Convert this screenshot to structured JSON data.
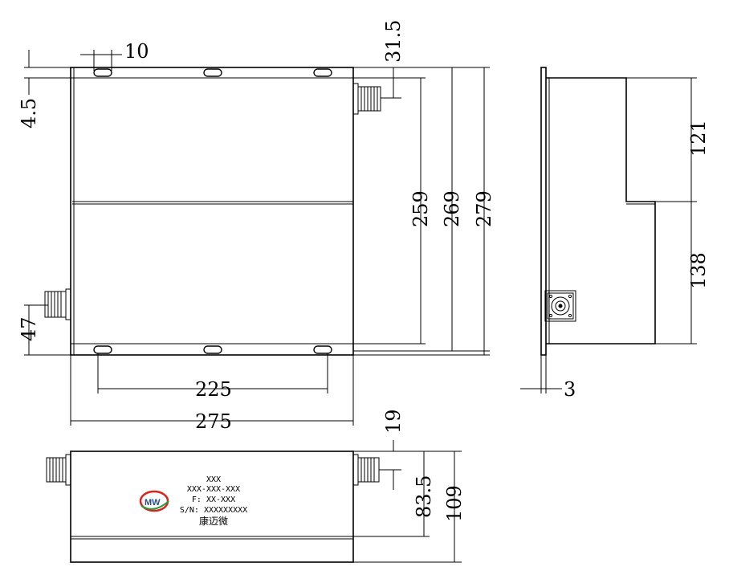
{
  "dimensions": {
    "top": {
      "d10": "10",
      "d4_5": "4.5",
      "d31_5": "31.5",
      "d259": "259",
      "d269": "269",
      "d279": "279",
      "d47": "47",
      "d225": "225",
      "d275": "275"
    },
    "side": {
      "d121": "121",
      "d138": "138",
      "d3": "3"
    },
    "front": {
      "d19": "19",
      "d83_5": "83.5",
      "d109": "109"
    }
  },
  "label": {
    "line1": "XXX",
    "line2": "XXX-XXX-XXX",
    "line3": "F: XX-XXX",
    "line4": "S/N: XXXXXXXXX",
    "line5": "康迈微",
    "logo_text": "MW"
  },
  "colors": {
    "line": "#000000",
    "logo_ring": "#d8241f",
    "logo_swoosh": "#2a9a3a",
    "logo_text": "#1e4fa0"
  }
}
